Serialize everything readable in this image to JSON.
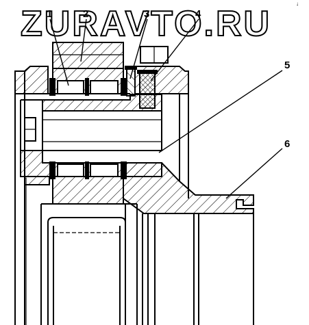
{
  "watermark": "ZURAVTO.RU",
  "corner_mark": "↓",
  "callouts": [
    {
      "id": "1",
      "label": "1"
    },
    {
      "id": "2",
      "label": "2"
    },
    {
      "id": "3",
      "label": "3"
    },
    {
      "id": "4",
      "label": "4"
    },
    {
      "id": "5",
      "label": "5"
    },
    {
      "id": "6",
      "label": "6"
    }
  ]
}
